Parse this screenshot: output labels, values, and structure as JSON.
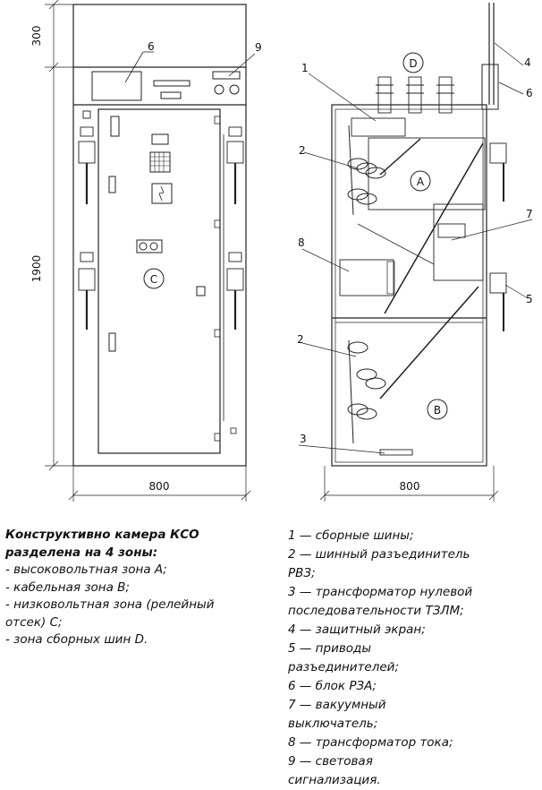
{
  "dimensions": {
    "front_top_height": "300",
    "front_body_height": "1900",
    "front_width": "800",
    "side_width": "800"
  },
  "zones": {
    "A": "A",
    "B": "B",
    "C": "C",
    "D": "D"
  },
  "callouts": [
    "1",
    "2",
    "2",
    "3",
    "4",
    "5",
    "6",
    "6",
    "7",
    "8",
    "9"
  ],
  "legend_left": {
    "title_line1": "Конструктивно камера КСО",
    "title_line2": "разделена на 4 зоны:",
    "items": [
      "- высоковольтная зона А;",
      "- кабельная зона В;",
      "- низковольтная зона (релейный",
      "отсек) С;",
      "- зона сборных шин D."
    ]
  },
  "legend_right": {
    "items": [
      "1 — сборные шины;",
      "2 — шинный разъединитель",
      "РВЗ;",
      "3 — трансформатор нулевой",
      "последовательности ТЗЛМ;",
      "4 — защитный экран;",
      "5 — приводы",
      "разъединителей;",
      "6 — блок РЗА;",
      "7 — вакуумный",
      "выключатель;",
      "8 — трансформатор тока;",
      "9 — световая",
      "сигнализация."
    ]
  }
}
